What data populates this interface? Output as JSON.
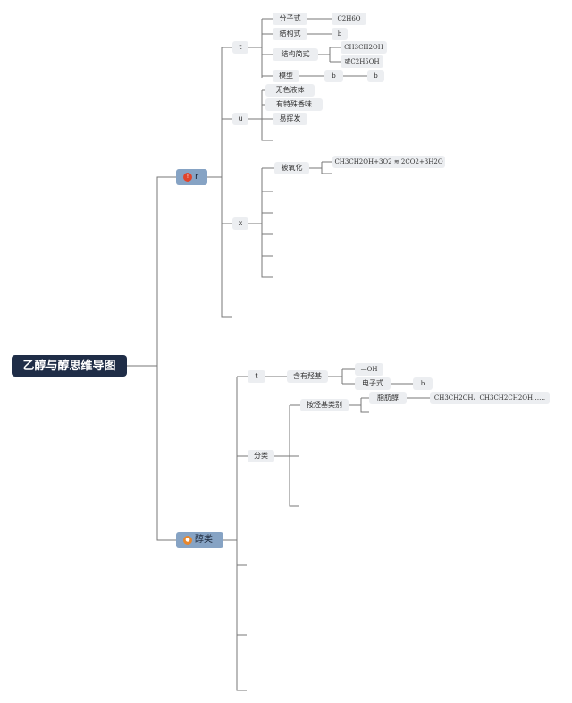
{
  "root": {
    "title": "乙醇与醇思维导图"
  },
  "branch1": {
    "label": "r",
    "badge_icon": "exclamation-icon",
    "badge_glyph": "!",
    "badge_color": "#e1442b"
  },
  "branch2": {
    "label": "醇类",
    "badge_icon": "lightbulb-icon",
    "badge_glyph": "●",
    "badge_color": "#e8862b"
  },
  "b1_t": {
    "label": "t",
    "formula": {
      "label": "分子式",
      "value": "C2H6O"
    },
    "structural": {
      "label": "结构式",
      "value": "b"
    },
    "simplified": {
      "label": "结构简式",
      "values": [
        "CH3CH2OH",
        "或C2H5OH"
      ]
    },
    "model": {
      "label": "模型",
      "values": [
        "b",
        "b"
      ]
    }
  },
  "b1_u": {
    "label": "u",
    "items": [
      "无色液体",
      "有特殊香味",
      "易挥发"
    ]
  },
  "b1_x": {
    "label": "x",
    "oxidation": {
      "label": "被氧化",
      "equation": "CH3CH2OH+3O2 ≋ 2CO2+3H2O"
    }
  },
  "b2_t": {
    "label": "t",
    "hydroxyl": {
      "label": "含有羟基",
      "oh": "—OH",
      "electron": {
        "label": "电子式",
        "value": "b"
      }
    }
  },
  "b2_class": {
    "label": "分类",
    "by_hydrocarbon": {
      "label": "按烃基类别",
      "aliphatic": {
        "label": "脂肪醇",
        "examples": "CH3CH2OH、CH3CH2CH2OH……"
      }
    }
  },
  "colors": {
    "line": "#777777",
    "leaf_bg": "#eceef1",
    "branch_bg": "#86a3c4",
    "root_bg": "#1f2d47"
  }
}
